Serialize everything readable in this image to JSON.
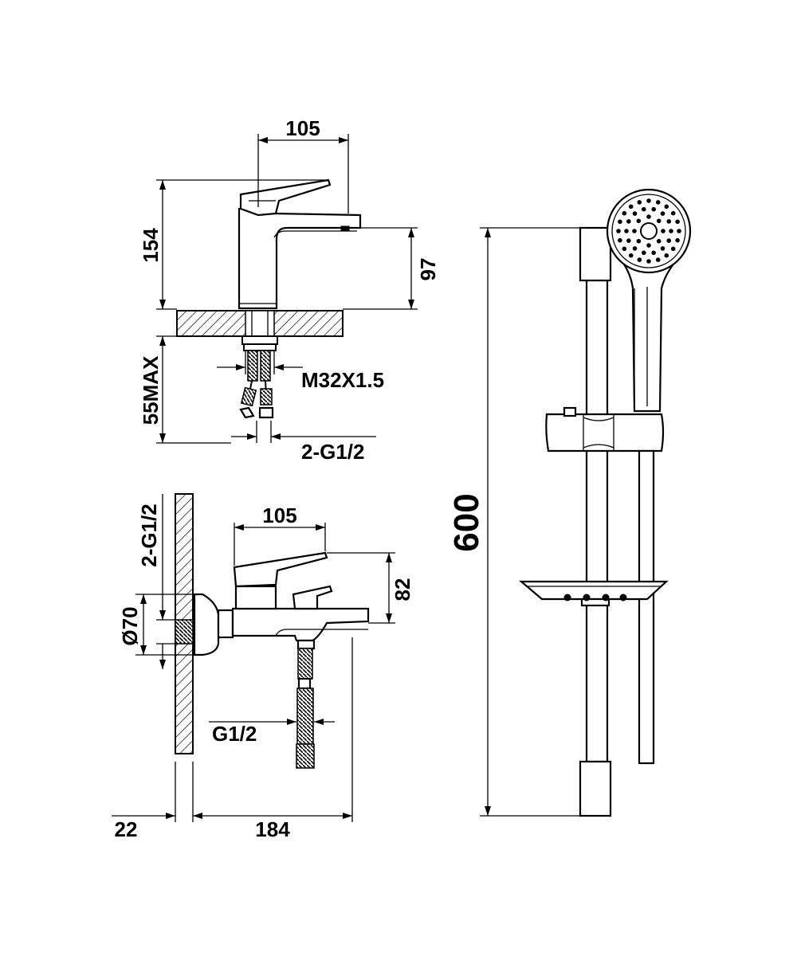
{
  "dimensions": {
    "basin_width": "105",
    "basin_height": "154",
    "basin_spout_height": "97",
    "basin_mount_depth": "55MAX",
    "basin_thread": "M32X1.5",
    "basin_connection": "2-G1/2",
    "bath_width": "105",
    "bath_height": "82",
    "bath_connection": "2-G1/2",
    "bath_diameter": "Ø70",
    "bath_hose_thread": "G1/2",
    "bath_wall": "22",
    "bath_projection": "184",
    "rail_height": "600"
  }
}
